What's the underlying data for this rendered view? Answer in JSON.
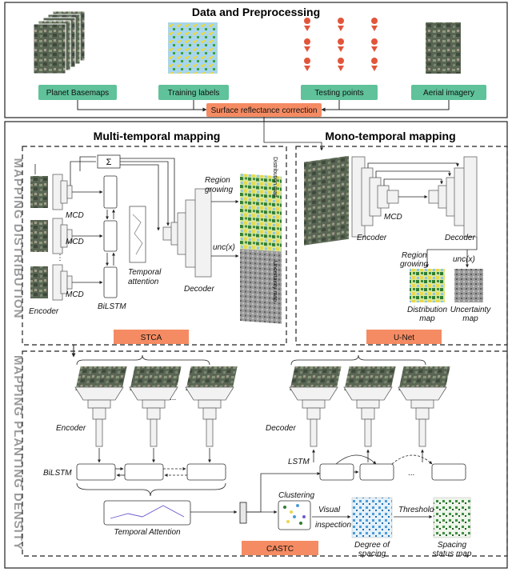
{
  "data_section": {
    "title": "Data and Preprocessing",
    "planet": "Planet Basemaps",
    "labels": "Training labels",
    "testing": "Testing points",
    "aerial": "Aerial imagery",
    "correction": "Surface reflectance correction"
  },
  "side": {
    "distribution": "MAPPING DISTRIBUTION",
    "density": "MAPPING PLANTING DENSITY"
  },
  "multi": {
    "title": "Multi-temporal mapping",
    "mcd": "MCD",
    "encoder": "Encoder",
    "bilstm": "BiLSTM",
    "temporal": "Temporal",
    "attention": "attention",
    "decoder": "Decoder",
    "region": "Region",
    "growing": "growing",
    "unc": "unc(x)",
    "distmap": "Distribution map",
    "uncmap": "Uncertainty map",
    "sum": "Σ",
    "dots": "⋮",
    "badge": "STCA"
  },
  "mono": {
    "title": "Mono-temporal mapping",
    "mcd": "MCD",
    "encoder": "Encoder",
    "decoder": "Decoder",
    "region": "Region",
    "growing": "growing",
    "unc": "unc(x)",
    "dist1": "Distribution",
    "dist2": "map",
    "unc1": "Uncertainty",
    "unc2": "map",
    "badge": "U-Net"
  },
  "density": {
    "encoder": "Encoder",
    "decoder": "Decoder",
    "bilstm": "BiLSTM",
    "lstm": "LSTM",
    "temporal_attention": "Temporal Attention",
    "clustering": "Clustering",
    "visual": "Visual",
    "inspection": "inspection",
    "threshold": "Threshold",
    "degree1": "Degree of",
    "degree2": "spacing",
    "spacing1": "Spacing",
    "spacing2": "status map",
    "ellipsis": "...",
    "badge": "CASTC"
  },
  "colors": {
    "green_box": "#5fc29a",
    "orange": "#f58b62",
    "pin": "#e2553b",
    "map_yellow": "#e8d84a",
    "map_green": "#2e7d32",
    "map_blue": "#8ec6e6"
  }
}
